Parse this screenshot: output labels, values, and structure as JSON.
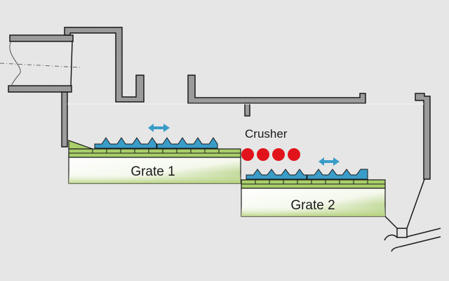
{
  "diagram": {
    "title": "Grate cooler with crusher",
    "labels": {
      "crusher": "Crusher",
      "grate1": "Grate 1",
      "grate2": "Grate 2"
    },
    "crusher_rollers": 4,
    "colors": {
      "background": "#e6e6e6",
      "wall": "#9a9a9a",
      "outline": "#1a1a1a",
      "grate_green": "#a9cf6a",
      "grate_green_dark": "#8fbb4c",
      "plates_blue": "#3a9cc8",
      "arrow_blue": "#3a9cc8",
      "roller_red": "#e0141a"
    }
  }
}
